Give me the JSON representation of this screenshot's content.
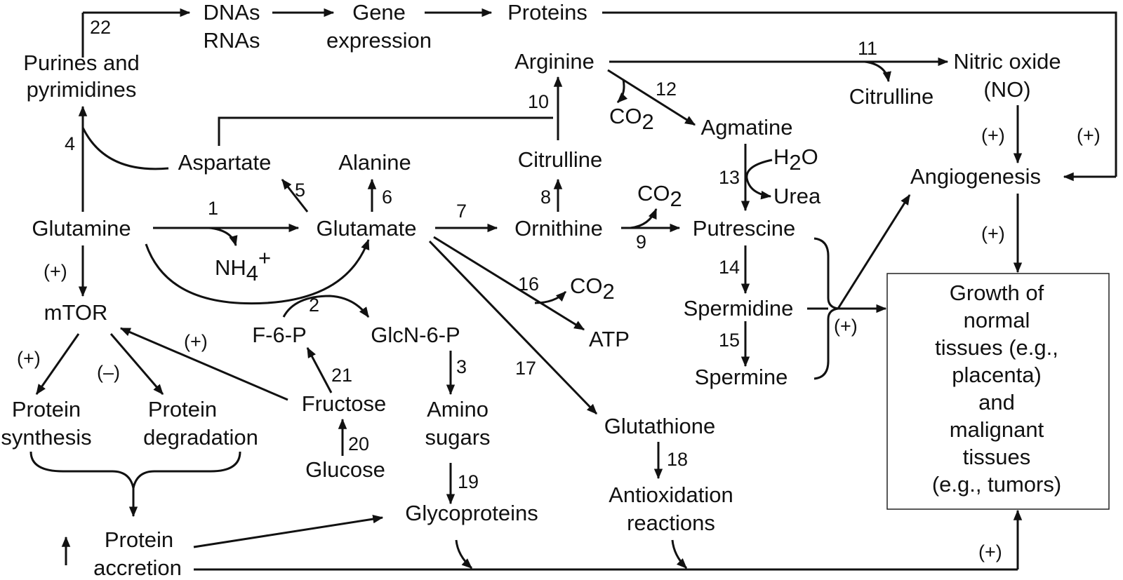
{
  "nodes": {
    "dnas": "DNAs",
    "rnas": "RNAs",
    "gene_expression_1": "Gene",
    "gene_expression_2": "expression",
    "proteins": "Proteins",
    "purines_1": "Purines and",
    "purines_2": "pyrimidines",
    "arginine": "Arginine",
    "nitric_oxide_1": "Nitric oxide",
    "nitric_oxide_2": "(NO)",
    "citrulline_top": "Citrulline",
    "co2_base": "CO",
    "co2_sub": "2",
    "agmatine": "Agmatine",
    "aspartate": "Aspartate",
    "alanine": "Alanine",
    "citrulline_mid": "Citrulline",
    "h2o_base1": "H",
    "h2o_sub": "2",
    "h2o_base2": "O",
    "urea": "Urea",
    "angiogenesis": "Angiogenesis",
    "glutamine": "Glutamine",
    "glutamate": "Glutamate",
    "ornithine": "Ornithine",
    "putrescine": "Putrescine",
    "nh4_base": "NH",
    "nh4_sub": "4",
    "nh4_sup": "+",
    "mtor": "mTOR",
    "spermidine": "Spermidine",
    "f6p": "F-6-P",
    "glcn6p": "GlcN-6-P",
    "atp": "ATP",
    "spermine": "Spermine",
    "protein_synthesis_1": "Protein",
    "protein_synthesis_2": "synthesis",
    "protein_degradation_1": "Protein",
    "protein_degradation_2": "degradation",
    "fructose": "Fructose",
    "amino_sugars_1": "Amino",
    "amino_sugars_2": "sugars",
    "glutathione": "Glutathione",
    "glucose": "Glucose",
    "glycoproteins": "Glycoproteins",
    "antioxidation_1": "Antioxidation",
    "antioxidation_2": "reactions",
    "protein_accretion_1": "Protein",
    "protein_accretion_2": "accretion",
    "growth_box": [
      "Growth of",
      "normal",
      "tissues (e.g.,",
      "placenta)",
      "and",
      "malignant",
      "tissues",
      "(e.g., tumors)"
    ]
  },
  "steps": [
    "1",
    "2",
    "3",
    "4",
    "5",
    "6",
    "7",
    "8",
    "9",
    "10",
    "11",
    "12",
    "13",
    "14",
    "15",
    "16",
    "17",
    "18",
    "19",
    "20",
    "21",
    "22"
  ],
  "signs": {
    "plus": "(+)",
    "minus": "(–)"
  }
}
